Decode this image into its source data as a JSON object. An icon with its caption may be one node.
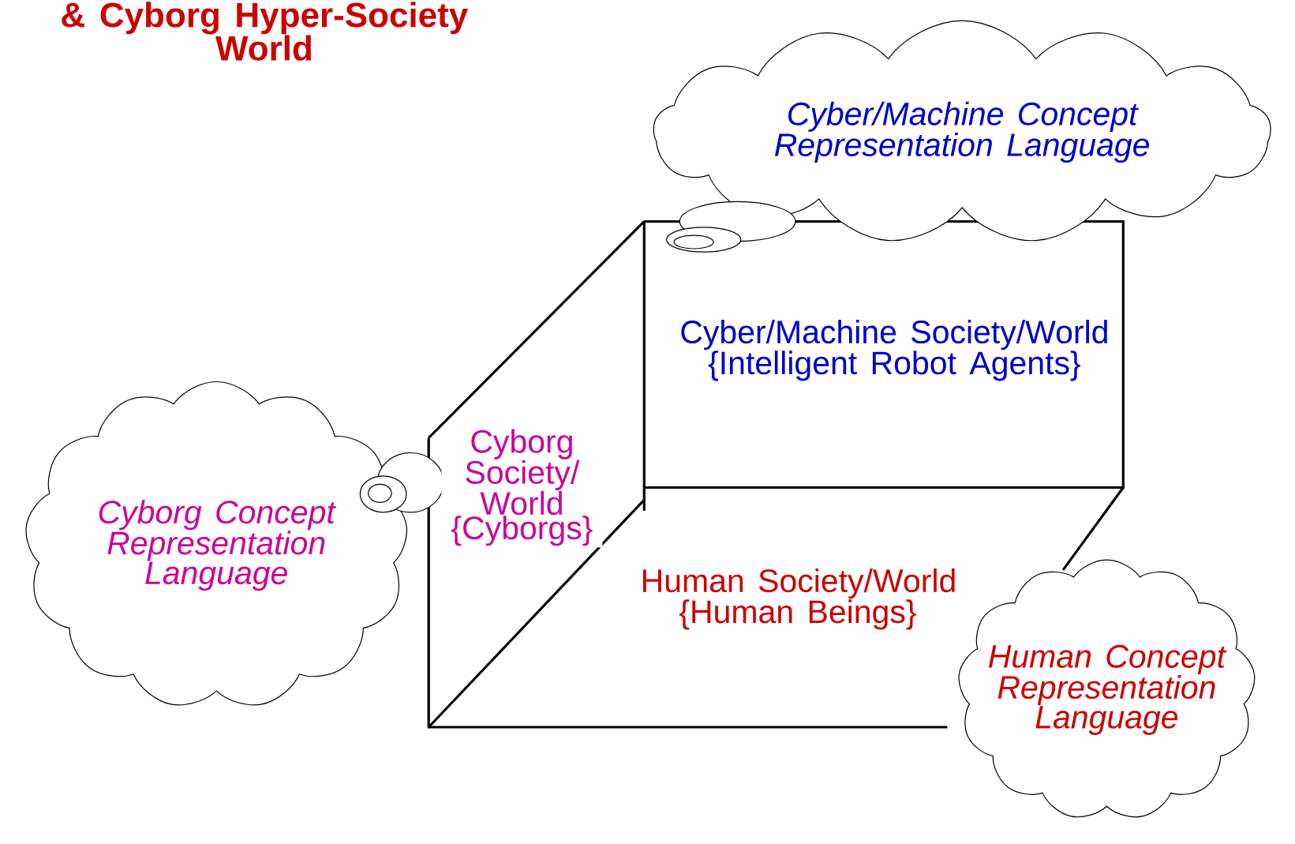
{
  "diagram": {
    "title": "& Cyborg Hyper-Society World",
    "nodes": [
      {
        "text": [
          "Cyber/Machine Concept Representation Language"
        ]
      },
      {
        "text": [
          "Cyber/Machine Society/World {Intelligent Robot Agents}"
        ]
      },
      {
        "text": [
          "Cyborg Concept Representation Language"
        ]
      },
      {
        "text": [
          "Cyborg Society/ World {Cyborgs}"
        ]
      },
      {
        "text": [
          "Human Society/World {Human Beings}"
        ]
      },
      {
        "text": [
          "Human Concept Representation Language"
        ]
      }
    ]
  }
}
